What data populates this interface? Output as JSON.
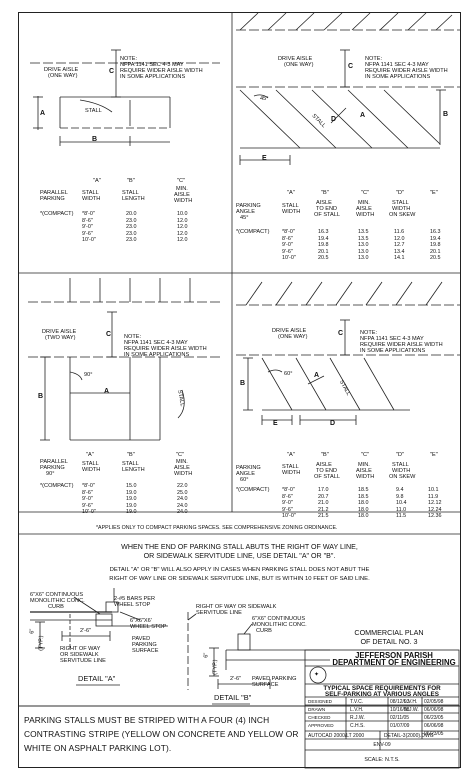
{
  "p1": {
    "drive_aisle": "DRIVE AISLE",
    "one_way": "(ONE WAY)",
    "note": [
      "NOTE:",
      "NFPA 1141 SEC 4-3 MAY",
      "REQUIRE WIDER AISLE WIDTH",
      "IN SOME APPLICATIONS"
    ],
    "stall": "STALL",
    "dim_a": "A",
    "dim_b": "B",
    "dim_c": "C",
    "headers": {
      "a": "\"A\"",
      "b": "\"B\"",
      "c": "\"C\""
    },
    "row_label": [
      "PARALLEL",
      "PARKING"
    ],
    "col_a_title": [
      "STALL",
      "WIDTH"
    ],
    "col_b_title": [
      "STALL",
      "LENGTH"
    ],
    "col_c_title": [
      "MIN.",
      "AISLE",
      "WIDTH"
    ],
    "compact": "*(COMPACT)",
    "a": [
      "*8'-0\"",
      "8'-6\"",
      "9'-0\"",
      "9'-6\"",
      "10'-0\""
    ],
    "b": [
      "20.0",
      "23.0",
      "23.0",
      "23.0",
      "23.0"
    ],
    "c": [
      "10.0",
      "12.0",
      "12.0",
      "12.0",
      "12.0"
    ]
  },
  "p2": {
    "drive_aisle": "DRIVE AISLE",
    "one_way": "(ONE WAY)",
    "note": [
      "NOTE:",
      "NFPA 1141 SEC 4-3 MAY",
      "REQUIRE WIDER AISLE WIDTH",
      "IN SOME APPLICATIONS"
    ],
    "angle": "45°",
    "stall": "STALL",
    "dim_a": "A",
    "dim_b": "B",
    "dim_c": "C",
    "dim_d": "D",
    "dim_e": "E",
    "headers": {
      "a": "\"A\"",
      "b": "\"B\"",
      "c": "\"C\"",
      "d": "\"D\"",
      "e": "\"E\""
    },
    "row_label": [
      "PARKING",
      "ANGLE",
      "45°"
    ],
    "col_a_title": [
      "STALL",
      "WIDTH"
    ],
    "col_b_title": [
      "AISLE",
      "TO END",
      "OF STALL"
    ],
    "col_c_title": [
      "MIN.",
      "AISLE",
      "WIDTH"
    ],
    "col_d_title": [
      "STALL",
      "WIDTH",
      "ON SKEW"
    ],
    "compact": "*(COMPACT)",
    "a": [
      "*8'-0\"",
      "8'-6\"",
      "9'-0\"",
      "9'-6\"",
      "10'-0\""
    ],
    "b": [
      "16.3",
      "19.4",
      "19.8",
      "20.1",
      "20.5"
    ],
    "c": [
      "13.5",
      "13.5",
      "13.0",
      "13.0",
      "13.0"
    ],
    "d": [
      "11.6",
      "12.0",
      "12.7",
      "13.4",
      "14.1"
    ],
    "e": [
      "16.3",
      "19.4",
      "19.8",
      "20.1",
      "20.5"
    ]
  },
  "p3": {
    "drive_aisle": "DRIVE AISLE",
    "two_way": "(TWO WAY)",
    "note": [
      "NOTE:",
      "NFPA 1141 SEC 4-3 MAY",
      "REQUIRE WIDER AISLE WIDTH",
      "IN SOME APPLICATIONS"
    ],
    "angle": "90°",
    "stall": "STALL",
    "dim_a": "A",
    "dim_b": "B",
    "dim_c": "C",
    "headers": {
      "a": "\"A\"",
      "b": "\"B\"",
      "c": "\"C\""
    },
    "row_label": [
      "PARALLEL",
      "PARKING",
      "90°"
    ],
    "col_a_title": [
      "STALL",
      "WIDTH"
    ],
    "col_b_title": [
      "STALL",
      "LENGTH"
    ],
    "col_c_title": [
      "MIN.",
      "AISLE",
      "WIDTH"
    ],
    "compact": "*(COMPACT)",
    "a": [
      "*8'-0\"",
      "8'-6\"",
      "9'-0\"",
      "9'-6\"",
      "10'-0\""
    ],
    "b": [
      "15.0",
      "19.0",
      "19.0",
      "19.0",
      "19.0"
    ],
    "c": [
      "22.0",
      "25.0",
      "24.0",
      "24.0",
      "24.0"
    ]
  },
  "p4": {
    "drive_aisle": "DRIVE AISLE",
    "one_way": "(ONE WAY)",
    "note": [
      "NOTE:",
      "NFPA 1141 SEC 4-3 MAY",
      "REQUIRE WIDER AISLE WIDTH",
      "IN SOME APPLICATIONS"
    ],
    "angle": "60°",
    "stall": "STALL",
    "dim_a": "A",
    "dim_b": "B",
    "dim_c": "C",
    "dim_d": "D",
    "dim_e": "E",
    "headers": {
      "a": "\"A\"",
      "b": "\"B\"",
      "c": "\"C\"",
      "d": "\"D\"",
      "e": "\"E\""
    },
    "row_label": [
      "PARKING",
      "ANGLE",
      "60°"
    ],
    "col_a_title": [
      "STALL",
      "WIDTH"
    ],
    "col_b_title": [
      "AISLE",
      "TO END",
      "OF STALL"
    ],
    "col_c_title": [
      "MIN.",
      "AISLE",
      "WIDTH"
    ],
    "col_d_title": [
      "STALL",
      "WIDTH",
      "ON SKEW"
    ],
    "compact": "*(COMPACT)",
    "a": [
      "*8'-0\"",
      "8'-6\"",
      "9'-0\"",
      "9'-6\"",
      "10'-0\""
    ],
    "b": [
      "17.0",
      "20.7",
      "21.0",
      "21.2",
      "21.5"
    ],
    "c": [
      "18.5",
      "18.5",
      "18.0",
      "18.0",
      "18.0"
    ],
    "d": [
      "9.4",
      "9.8",
      "10.4",
      "11.0",
      "11.5"
    ],
    "e": [
      "10.1",
      "11.9",
      "12.12",
      "12.24",
      "12.36"
    ]
  },
  "compact_note": "*APPLIES ONLY TO COMPACT PARKING SPACES.   SEE COMPREHENSIVE ZONING ORDINANCE.",
  "abut_note": [
    "WHEN THE END OF PARKING STALL ABUTS THE RIGHT OF WAY LINE,",
    "OR SIDEWALK SERVITUDE LINE, USE DETAIL \"A\" OR \"B\"."
  ],
  "detail_note": [
    "DETAIL \"A\" OR \"B\" WILL ALSO APPLY IN CASES WHEN PARKING STALL DOES NOT ABUT THE",
    "RIGHT OF WAY LINE OR SIDEWALK SERVITUDE LINE, BUT IS WITHIN 10 FEET OF SAID LINE."
  ],
  "detail_a": {
    "curb_label": [
      "6\"X6\" CONTINUOUS",
      "MONOLITHIC CONC.",
      "CURB"
    ],
    "rebar": [
      "2-#5 BARS PER",
      "WHEEL STOP"
    ],
    "wheel_stop": [
      "6\"X6\"X6'",
      "WHEEL STOP"
    ],
    "dim_6": "6\"",
    "dim_typ": "(TYP.)",
    "dim_26": "2'-6\"",
    "row_label": [
      "RIGHT OF WAY",
      "OR SIDEWALK",
      "SERVITUDE LINE"
    ],
    "paved": [
      "PAVED",
      "PARKING",
      "SURFACE"
    ],
    "title": "DETAIL \"A\""
  },
  "detail_b": {
    "row_label": [
      "RIGHT OF WAY OR SIDEWALK",
      "SERVITUDE LINE"
    ],
    "curb_label": [
      "6\"X6\" CONTINUOUS",
      "MONOLITHIC CONC.",
      "CURB"
    ],
    "dim_6": "6\"",
    "dim_typ": "(TYP.)",
    "dim_26": "2'-6\"",
    "paved": [
      "PAVED PARKING",
      "SURFACE"
    ],
    "title": "DETAIL \"B\""
  },
  "plan_title": [
    "COMMERCIAL PLAN",
    "OF DETAIL NO. 3"
  ],
  "title_block": {
    "parish": "JEFFERSON PARISH",
    "dept": "DEPARTMENT OF ENGINEERING",
    "title": [
      "TYPICAL SPACE REQUIREMENTS FOR",
      "SELF-PARKING AT VARIOUS ANGLES"
    ],
    "rows": [
      [
        "DESIGNED",
        "T.V.C.",
        "08/12/93",
        "",
        ""
      ],
      [
        "DRAWN",
        "L.V.H.",
        "10/16/98",
        "L.V.H.",
        "06/06/98"
      ],
      [
        "CHECKED",
        "R.J.W.",
        "02/11/05",
        "N.J.W.",
        "06/23/05"
      ],
      [
        "APPROVED",
        "C.H.S.",
        "01/07/09",
        "",
        ""
      ]
    ],
    "rev_labels": [
      "02/05/98",
      "06/06/98",
      "06/23/05"
    ],
    "autocad": "AUTOCAD 2000/LT 2000",
    "detail_file": "DETAIL-3(2000).DWG",
    "sheet": "ENV-09",
    "scale": "SCALE:  N.T.S."
  },
  "striping_note": [
    "PARKING STALLS MUST BE STRIPED WITH A FOUR (4) INCH",
    "CONTRASTING STRIPE (YELLOW ON CONCRETE AND YELLOW OR",
    "WHITE ON ASPHALT PARKING LOT)."
  ]
}
